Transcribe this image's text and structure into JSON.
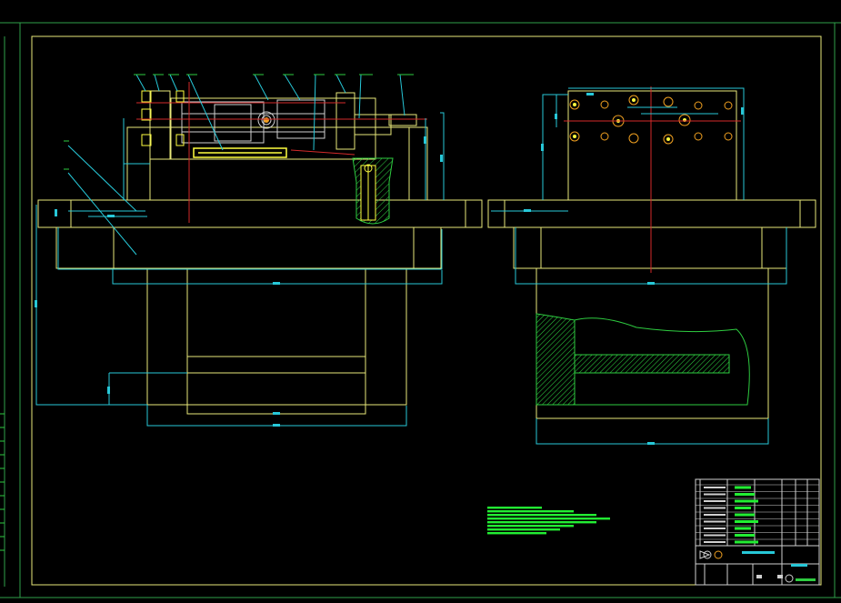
{
  "app": {
    "background": "#000000",
    "view_mode": "model space"
  },
  "colors": {
    "frame_green": "#2fa04a",
    "border_yellow": "#e8e87a",
    "dim_cyan": "#27c8d8",
    "center_red": "#d42a2a",
    "hatch_green": "#2ecc40",
    "part_yellow": "#ffff40",
    "bolt_orange": "#f0a020",
    "white": "#d0d0d0",
    "notes_green": "#22ee33"
  },
  "drawing": {
    "views": [
      "front-view",
      "side-view"
    ],
    "section_hatch": "diagonal",
    "notes_lines": 8,
    "title_block_rows": 9
  }
}
